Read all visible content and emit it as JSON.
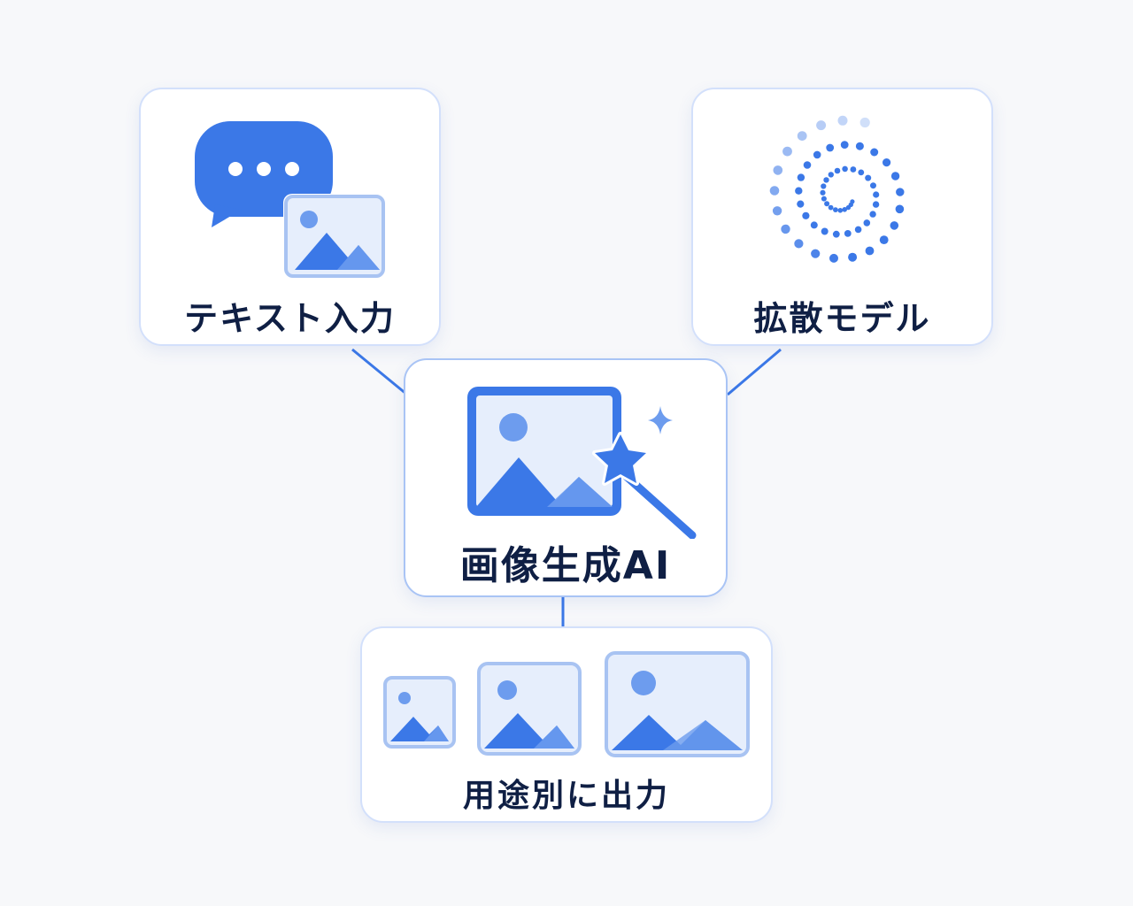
{
  "colors": {
    "background": "#f7f8fa",
    "card_border": "#d3e0fb",
    "accent_blue": "#3b78e7",
    "light_blue": "#6d9cee",
    "pale_blue": "#e6eefc",
    "label_text": "#0f1f44"
  },
  "nodes": {
    "text_input": {
      "label": "テキスト入力",
      "icons": [
        "chat-bubble-icon",
        "image-icon"
      ]
    },
    "diffusion_model": {
      "label": "拡散モデル",
      "icons": [
        "spiral-dots-icon"
      ]
    },
    "image_generation_ai": {
      "label": "画像生成AI",
      "icons": [
        "image-icon",
        "magic-wand-icon",
        "sparkle-icon"
      ]
    },
    "output_by_purpose": {
      "label": "用途別に出力",
      "icons": [
        "small-image-icon",
        "medium-image-icon",
        "large-image-icon"
      ]
    }
  },
  "edges": [
    {
      "from": "テキスト入力",
      "to": "画像生成AI"
    },
    {
      "from": "拡散モデル",
      "to": "画像生成AI"
    },
    {
      "from": "画像生成AI",
      "to": "用途別に出力"
    }
  ]
}
